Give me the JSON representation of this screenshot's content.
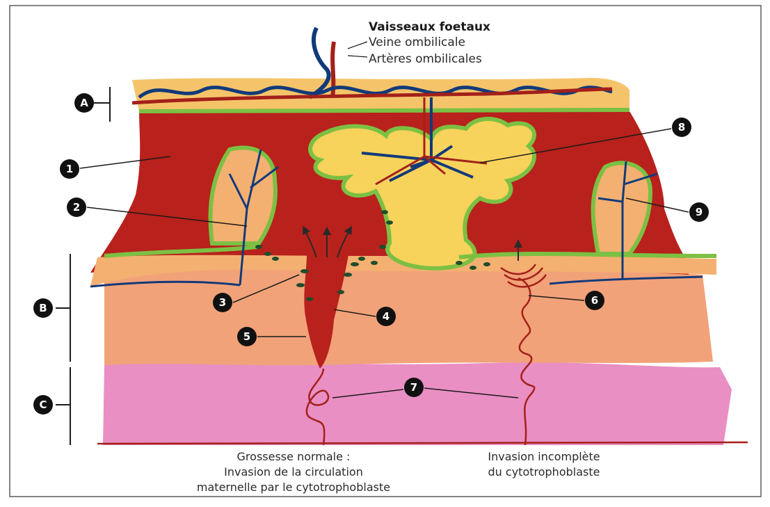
{
  "fetal_vessels": {
    "title": "Vaisseaux foetaux",
    "vein": "Veine ombilicale",
    "arteries": "Artères ombilicales"
  },
  "zones": [
    "A",
    "B",
    "C"
  ],
  "markers": [
    "1",
    "2",
    "3",
    "4",
    "5",
    "6",
    "7",
    "8",
    "9"
  ],
  "captions": {
    "left": [
      "Grossesse normale :",
      "Invasion de la circulation",
      "maternelle par le cytotrophoblaste"
    ],
    "right": [
      "Invasion incomplète",
      "du cytotrophoblaste"
    ]
  },
  "colors": {
    "chorionic_plate": "#f5c46a",
    "intervillous_blood": "#b8211c",
    "villus": "#f7d35c",
    "villus_outline": "#7cc043",
    "decidua": "#f4a57a",
    "myometrium": "#e98fc4",
    "artery": "#a3201a",
    "vein": "#123a7a"
  }
}
